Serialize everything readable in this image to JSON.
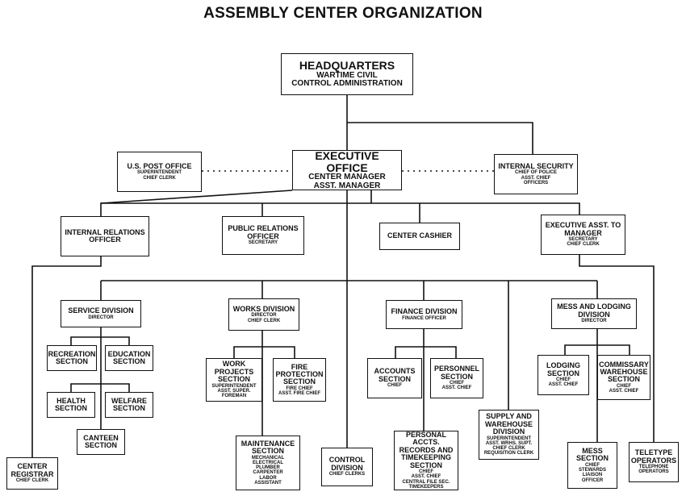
{
  "title": "ASSEMBLY CENTER ORGANIZATION",
  "nodes": {
    "hq": {
      "title": "HEADQUARTERS",
      "sub": [
        "WARTIME CIVIL",
        "CONTROL ADMINISTRATION"
      ]
    },
    "exec": {
      "title": "EXECUTIVE OFFICE",
      "sub": [
        "CENTER MANAGER",
        "ASST. MANAGER"
      ]
    },
    "post": {
      "title": "U.S. POST OFFICE",
      "sub": [
        "SUPERINTENDENT",
        "CHIEF CLERK"
      ]
    },
    "security": {
      "title": "INTERNAL SECURITY",
      "sub": [
        "CHIEF OF POLICE",
        "ASST. CHIEF",
        "OFFICERS"
      ]
    },
    "internal_rel": {
      "title": "INTERNAL RELATIONS OFFICER",
      "sub": []
    },
    "public_rel": {
      "title": "PUBLIC RELATIONS OFFICER",
      "sub": [
        "SECRETARY"
      ]
    },
    "cashier": {
      "title": "CENTER CASHIER",
      "sub": []
    },
    "exec_asst": {
      "title": "EXECUTIVE ASST. TO MANAGER",
      "sub": [
        "SECRETARY",
        "CHIEF CLERK"
      ]
    },
    "service": {
      "title": "SERVICE DIVISION",
      "sub": [
        "DIRECTOR"
      ]
    },
    "works": {
      "title": "WORKS DIVISION",
      "sub": [
        "DIRECTOR",
        "CHIEF CLERK"
      ]
    },
    "finance": {
      "title": "FINANCE DIVISION",
      "sub": [
        "FINANCE OFFICER"
      ]
    },
    "mess": {
      "title": "MESS AND LODGING DIVISION",
      "sub": [
        "DIRECTOR"
      ]
    },
    "recreation": {
      "title": "RECREATION SECTION",
      "sub": []
    },
    "education": {
      "title": "EDUCATION SECTION",
      "sub": []
    },
    "health": {
      "title": "HEALTH SECTION",
      "sub": []
    },
    "welfare": {
      "title": "WELFARE SECTION",
      "sub": []
    },
    "canteen": {
      "title": "CANTEEN SECTION",
      "sub": []
    },
    "work_projects": {
      "title": "WORK PROJECTS SECTION",
      "sub": [
        "SUPERINTENDENT",
        "ASST. SUPER.",
        "FOREMAN"
      ]
    },
    "fire": {
      "title": "FIRE PROTECTION SECTION",
      "sub": [
        "FIRE CHIEF",
        "ASST. FIRE CHIEF"
      ]
    },
    "maintenance": {
      "title": "MAINTENANCE SECTION",
      "sub": [
        "MECHANICAL",
        "ELECTRICAL",
        "PLUMBER",
        "CARPENTER",
        "LABOR",
        "ASSISTANT"
      ]
    },
    "accounts": {
      "title": "ACCOUNTS SECTION",
      "sub": [
        "CHIEF"
      ]
    },
    "personnel": {
      "title": "PERSONNEL SECTION",
      "sub": [
        "CHIEF",
        "ASST. CHIEF"
      ]
    },
    "personal_accts": {
      "title": "PERSONAL ACCTS. RECORDS AND TIMEKEEPING SECTION",
      "sub": [
        "CHIEF",
        "ASST. CHIEF",
        "CENTRAL FILE SEC.",
        "TIMEKEEPERS"
      ]
    },
    "supply": {
      "title": "SUPPLY AND WAREHOUSE DIVISION",
      "sub": [
        "SUPERINTENDENT",
        "ASST. WRHS. SUPT.",
        "CHIEF CLERK",
        "REQUISITION CLERK"
      ]
    },
    "lodging": {
      "title": "LODGING SECTION",
      "sub": [
        "CHIEF",
        "ASST. CHIEF"
      ]
    },
    "commissary": {
      "title": "COMMISSARY WAREHOUSE SECTION",
      "sub": [
        "CHIEF",
        "ASST. CHIEF"
      ]
    },
    "mess_section": {
      "title": "MESS SECTION",
      "sub": [
        "CHIEF",
        "STEWARDS",
        "LIAISON",
        "OFFICER"
      ]
    },
    "teletype": {
      "title": "TELETYPE OPERATORS",
      "sub": [
        "TELEPHONE",
        "OPERATORS"
      ]
    },
    "registrar": {
      "title": "CENTER REGISTRAR",
      "sub": [
        "CHIEF CLERK"
      ]
    },
    "control": {
      "title": "CONTROL DIVISION",
      "sub": [
        "CHIEF CLERKS"
      ]
    }
  }
}
